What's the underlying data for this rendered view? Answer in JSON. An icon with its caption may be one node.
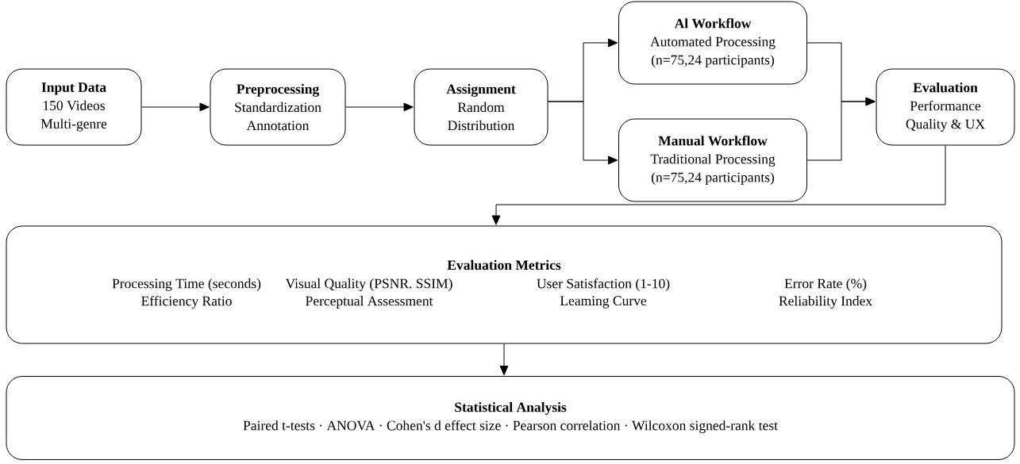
{
  "diagram": {
    "nodes": [
      {
        "text": [
          "Input Data",
          "150 Videos",
          "Multi-genre"
        ]
      },
      {
        "text": [
          "Preprocessing",
          "Standardization",
          "Annotation"
        ]
      },
      {
        "text": [
          "Assignment",
          "Random",
          "Distribution"
        ]
      },
      {
        "text": [
          "Al Workflow",
          "Automated Processing",
          "(n=75,24 participants)"
        ]
      },
      {
        "text": [
          "Manual Workflow",
          "Traditional Processing",
          "(n=75,24 participants)"
        ]
      },
      {
        "text": [
          "Evaluation",
          "Performance",
          "Quality & UX"
        ]
      },
      {
        "text": [
          "Evaluation Metrics",
          "Processing Time (seconds)",
          "Visual Quality (PSNR. SSIM)",
          "User Satisfaction (1-10)",
          "Error Rate (%)",
          "Efficiency Ratio",
          "Perceptual Assessment",
          "Leaming Curve",
          "Reliability Index"
        ]
      },
      {
        "text": [
          "Statistical Analysis",
          "Paired t-tests · ANOVA ·  Cohen's d effect size ·  Pearson correlation · Wilcoxon signed-rank test"
        ]
      }
    ],
    "edges": [
      {
        "from": 0,
        "to": 1,
        "arrow": "to"
      },
      {
        "from": 1,
        "to": 2,
        "arrow": "to"
      },
      {
        "from": 2,
        "to": 3,
        "arrow": "to"
      },
      {
        "from": 2,
        "to": 4,
        "arrow": "to"
      },
      {
        "from": 3,
        "to": 5,
        "arrow": "to"
      },
      {
        "from": 4,
        "to": 5,
        "arrow": "to"
      },
      {
        "from": 5,
        "to": 6,
        "arrow": "to"
      },
      {
        "from": 6,
        "to": 7,
        "arrow": "to"
      }
    ]
  }
}
